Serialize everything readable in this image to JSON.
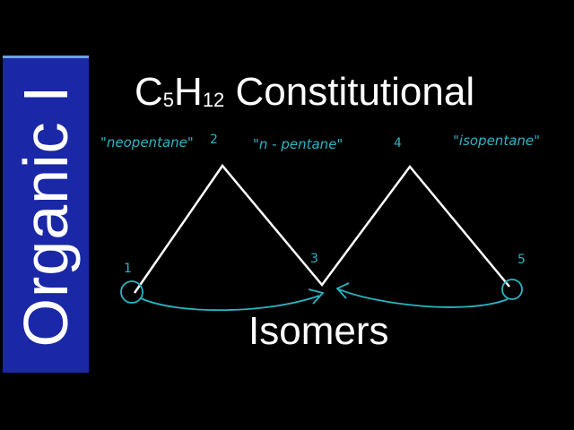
{
  "banner": {
    "text": "Organic I"
  },
  "title": {
    "main": "C",
    "sub1": "5",
    "mid": "H",
    "sub2": "12",
    "rest": " Constitutional"
  },
  "subtitle": "Isomers",
  "annotations": {
    "neopentane": "\"neopentane\"",
    "n_pentane": "\"n - pentane\"",
    "isopentane": "\"isopentane\""
  },
  "carbon_numbers": {
    "c1": "1",
    "c2": "2",
    "c3": "3",
    "c4": "4",
    "c5": "5"
  },
  "colors": {
    "background": "#000000",
    "banner": "#1a27a6",
    "bond": "#ffffff",
    "annotation": "#2bb5c4"
  }
}
